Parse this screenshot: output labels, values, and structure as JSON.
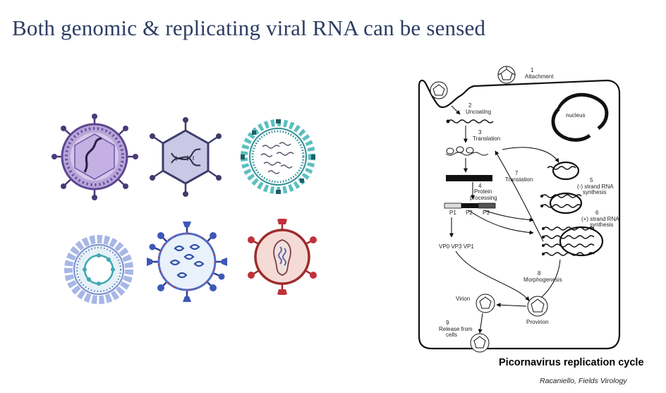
{
  "slide": {
    "title": "Both genomic & replicating viral RNA can be sensed"
  },
  "virus_gallery": {
    "icons": [
      "enveloped-icosahedral-virus-icon",
      "naked-icosahedral-dna-virus-icon",
      "influenza-like-virus-icon",
      "nucleocapsid-virus-icon",
      "coronavirus-like-virus-icon",
      "lentivirus-like-virus-icon"
    ]
  },
  "replication_diagram": {
    "labels": {
      "step1_num": "1",
      "step1": "Attachment",
      "step2_num": "2",
      "step2": "Uncoating",
      "step3_num": "3",
      "step3": "Translation",
      "nucleus": "nucleus",
      "step4_num": "4",
      "step4_a": "Protein",
      "step4_b": "processing",
      "step5_num": "5",
      "step5_a": "(-) strand RNA",
      "step5_b": "synthesis",
      "step6_num": "6",
      "step6_a": "(+) strand RNA",
      "step6_b": "synthesis",
      "step7_num": "7",
      "step7": "Translation",
      "p1": "P1",
      "p2": "P2",
      "p3": "P3",
      "vp": "VP0 VP3 VP1",
      "step8_num": "8",
      "step8": "Morphogenesis",
      "virion": "Virion",
      "provirion": "Provirion",
      "step9_num": "9",
      "step9_a": "Release from",
      "step9_b": "cells"
    }
  },
  "caption": {
    "title": "Picornavirus replication cycle",
    "credit": "Racaniello, Fields Virology"
  }
}
